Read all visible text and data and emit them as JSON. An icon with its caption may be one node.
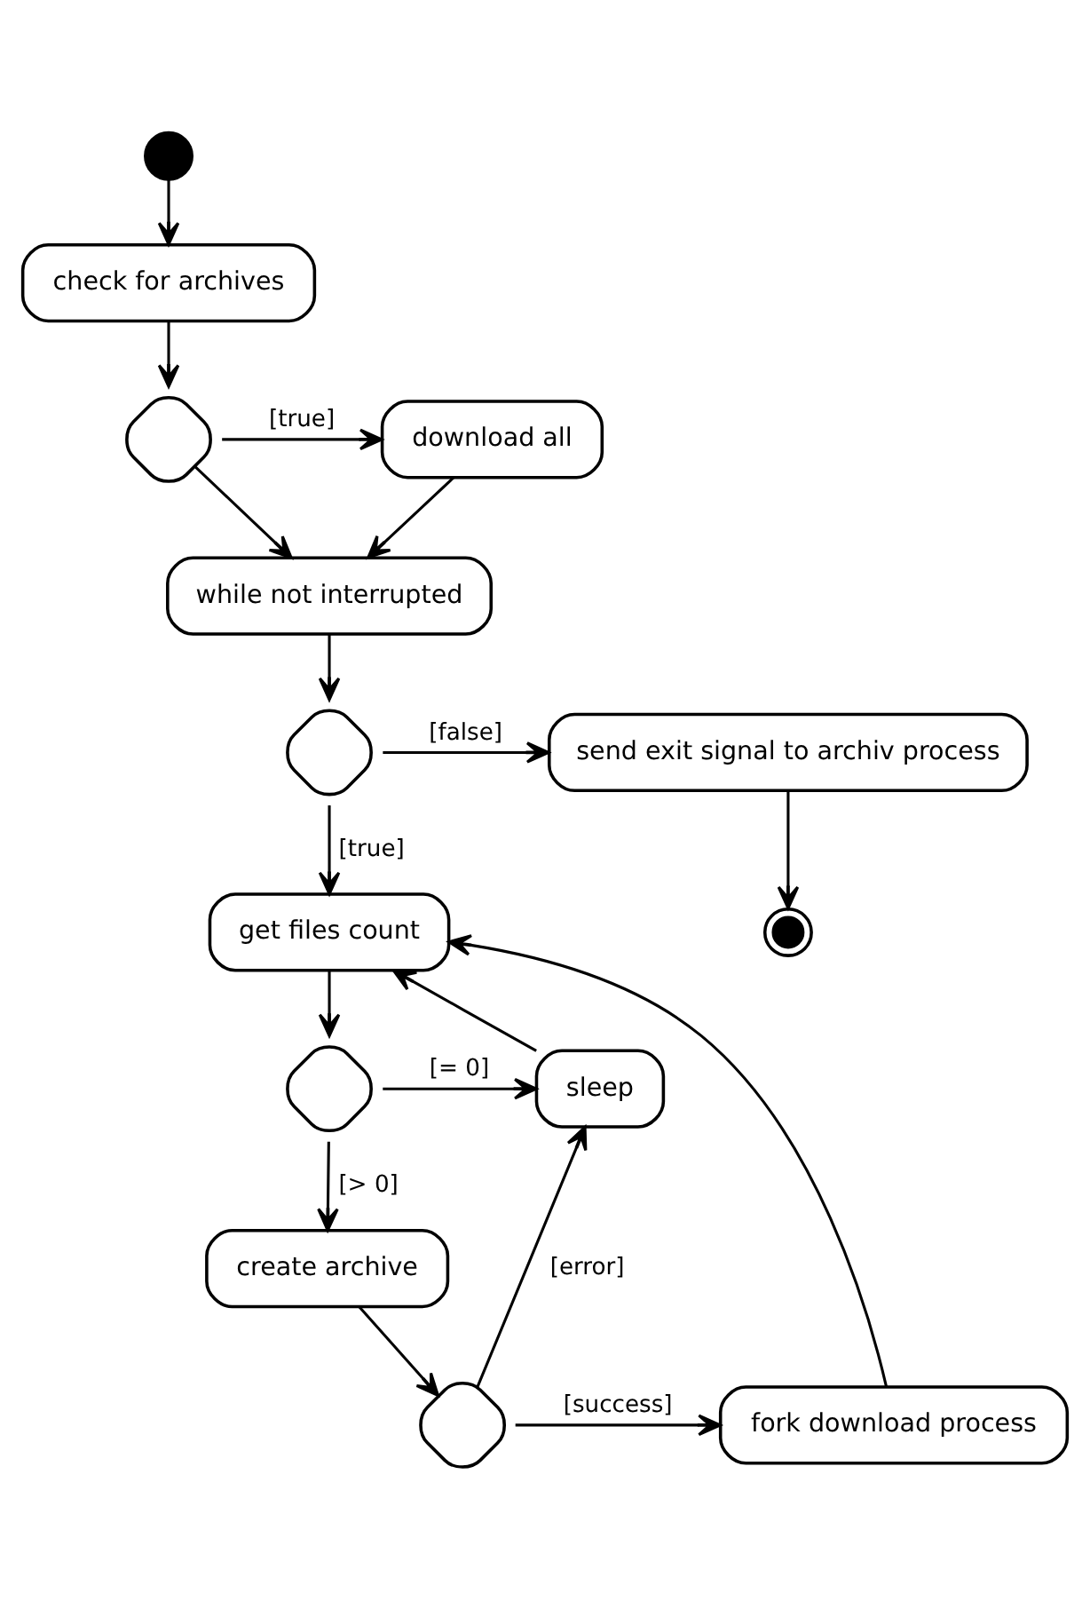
{
  "diagram": {
    "nodes": [
      {
        "text": [],
        "shape": "circle"
      },
      {
        "text": [
          "check for archives"
        ]
      },
      {
        "text": [],
        "shape": "diamond"
      },
      {
        "text": [
          "download all"
        ]
      },
      {
        "text": [
          "while not interrupted"
        ]
      },
      {
        "text": [],
        "shape": "diamond"
      },
      {
        "text": [
          "send exit signal to archiv process"
        ]
      },
      {
        "text": [],
        "shape": "circle"
      },
      {
        "text": [
          "get files count"
        ]
      },
      {
        "text": [],
        "shape": "diamond"
      },
      {
        "text": [
          "sleep"
        ]
      },
      {
        "text": [
          "create archive"
        ]
      },
      {
        "text": [],
        "shape": "diamond"
      },
      {
        "text": [
          "fork download process"
        ]
      }
    ],
    "edges": [
      {
        "from": 0,
        "to": 1,
        "arrow": "to"
      },
      {
        "from": 1,
        "to": 2,
        "arrow": "to"
      },
      {
        "from": 2,
        "to": 3,
        "arrow": "to",
        "label": "[true]"
      },
      {
        "from": 2,
        "to": 4,
        "arrow": "to"
      },
      {
        "from": 3,
        "to": 4,
        "arrow": "to"
      },
      {
        "from": 4,
        "to": 5,
        "arrow": "to"
      },
      {
        "from": 5,
        "to": 6,
        "arrow": "to",
        "label": "[false]"
      },
      {
        "from": 5,
        "to": 8,
        "arrow": "to",
        "label": "[true]"
      },
      {
        "from": 6,
        "to": 7,
        "arrow": "to"
      },
      {
        "from": 8,
        "to": 9,
        "arrow": "to"
      },
      {
        "from": 9,
        "to": 10,
        "arrow": "to",
        "label": "[= 0]"
      },
      {
        "from": 9,
        "to": 11,
        "arrow": "to",
        "label": "[> 0]"
      },
      {
        "from": 10,
        "to": 8,
        "arrow": "to"
      },
      {
        "from": 11,
        "to": 12,
        "arrow": "to"
      },
      {
        "from": 12,
        "to": 10,
        "arrow": "to",
        "label": "[error]"
      },
      {
        "from": 12,
        "to": 13,
        "arrow": "to",
        "label": "[success]"
      },
      {
        "from": 13,
        "to": 8,
        "arrow": "to"
      }
    ]
  }
}
